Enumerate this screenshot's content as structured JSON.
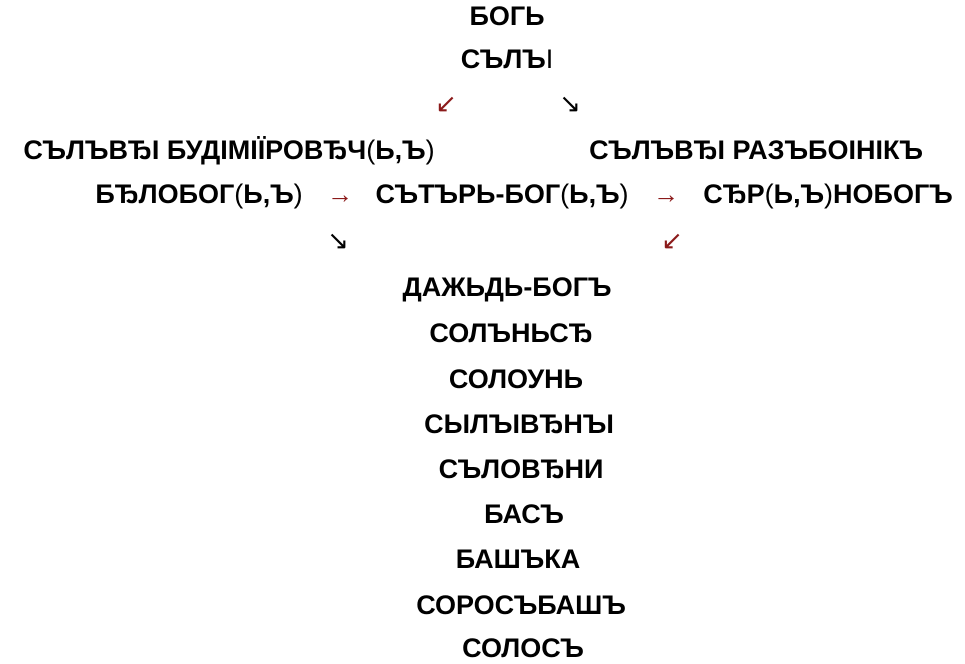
{
  "colors": {
    "text": "#000000",
    "red_arrow": "#8b1a1a",
    "black_arrow": "#000000",
    "background": "#ffffff"
  },
  "top": {
    "title": "БОГЬ",
    "subtitle_bold": "СЪЛЪ",
    "subtitle_thin": "І"
  },
  "row1": {
    "left_bold": "СЪЛЪВЂІ БУДІМІЇРОВЂЧ",
    "left_paren_open": "(",
    "left_mid_bold": "Ь,Ъ",
    "left_paren_close": ")",
    "right_bold": "СЪЛЪВЂІ РАЗЪБОІНІКЪ"
  },
  "row2": {
    "a_bold": "БЂЛОБОГ",
    "a_open": "(",
    "a_mid": "Ь,Ъ",
    "a_close": ")",
    "b_bold": "СЪТЪРЬ-БОГ",
    "b_open": "(",
    "b_mid": "Ь,Ъ",
    "b_close": ")",
    "c_bold1": "СЂР",
    "c_open": "(",
    "c_mid": "Ь,Ъ",
    "c_close": ")",
    "c_bold2": "НОБОГЪ"
  },
  "column": [
    "ДАЖЬДЬ-БОГЪ",
    "СОЛЪНЬСЂ",
    "СОЛОУНЬ",
    "СЫЛЪІВЂНЪІ",
    "СЪЛОВЂНИ",
    "БАСЪ",
    "БАШЪКА",
    "СОРОСЪБАШЪ",
    "СОЛОСЪ"
  ],
  "arrows": {
    "down_left": "↙",
    "down_right": "↘",
    "right": "→"
  }
}
